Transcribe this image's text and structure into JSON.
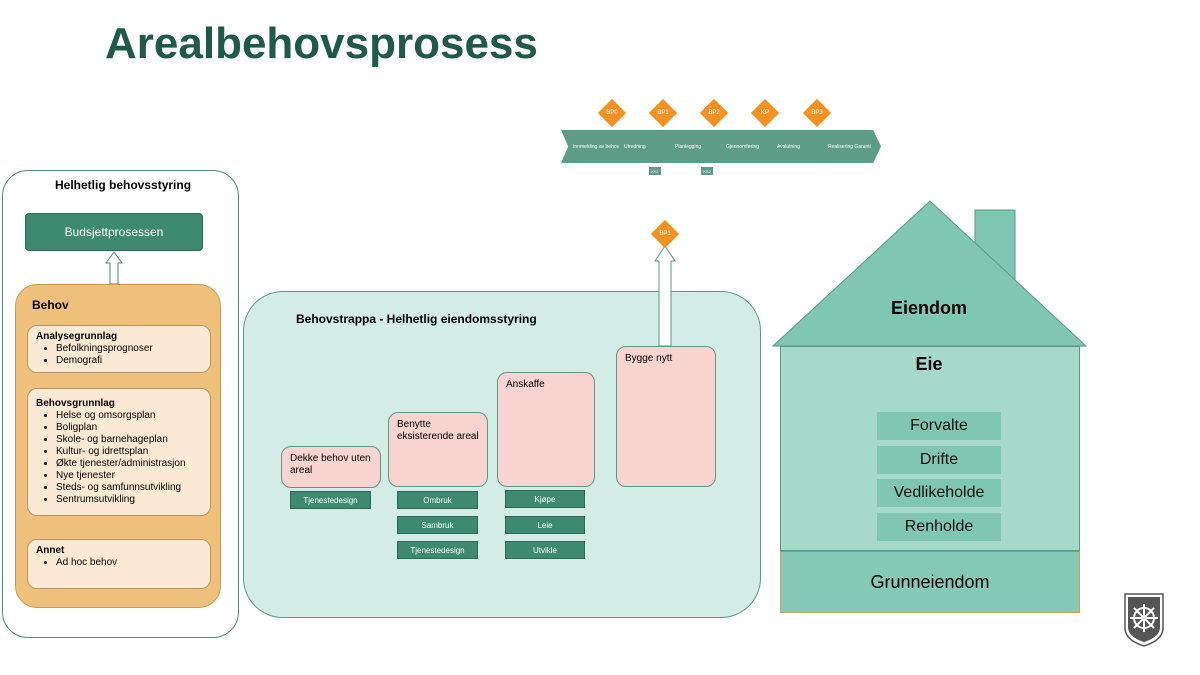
{
  "title": "Arealbehovsprosess",
  "process": {
    "chevrons": [
      "Innmelding av behov",
      "Utredning",
      "Planlegging",
      "Gjennomføring",
      "Avslutning",
      "Realisering Garanti"
    ],
    "milestones": [
      "BP0",
      "BP1",
      "BP2",
      "KP",
      "BP3"
    ],
    "ks": [
      "KS1",
      "KS2"
    ]
  },
  "left": {
    "title": "Helhetlig behovsstyring",
    "budget": "Budsjettprosessen",
    "behov_title": "Behov",
    "analyse": {
      "heading": "Analysegrunnlag",
      "items": [
        "Befolkningsprognoser",
        "Demografi"
      ]
    },
    "behovsgrunnlag": {
      "heading": "Behovsgrunnlag",
      "items": [
        "Helse og omsorgsplan",
        "Boligplan",
        "Skole- og barnehageplan",
        "Kultur- og idrettsplan",
        "Økte tjenester/administrasjon",
        "Nye tjenester",
        "Steds- og samfunnsutvikling",
        "Sentrumsutvikling"
      ]
    },
    "annet": {
      "heading": "Annet",
      "items": [
        "Ad hoc behov"
      ]
    }
  },
  "middle": {
    "title": "Behovstrappa - Helhetlig eiendomsstyring",
    "milestone": "BP1",
    "steps": [
      {
        "label": "Dekke behov uten areal",
        "buttons": [
          "Tjenestedesign"
        ]
      },
      {
        "label": "Benytte eksisterende areal",
        "buttons": [
          "Ombruk",
          "Sambruk",
          "Tjenestedesign"
        ]
      },
      {
        "label": "Anskaffe",
        "buttons": [
          "Kjøpe",
          "Leie",
          "Utvikle"
        ]
      },
      {
        "label": "Bygge nytt",
        "buttons": []
      }
    ]
  },
  "house": {
    "roof": "Eiendom",
    "body_title": "Eie",
    "items": [
      "Forvalte",
      "Drifte",
      "Vedlikeholde",
      "Renholde"
    ],
    "ground": "Grunneiendom"
  }
}
